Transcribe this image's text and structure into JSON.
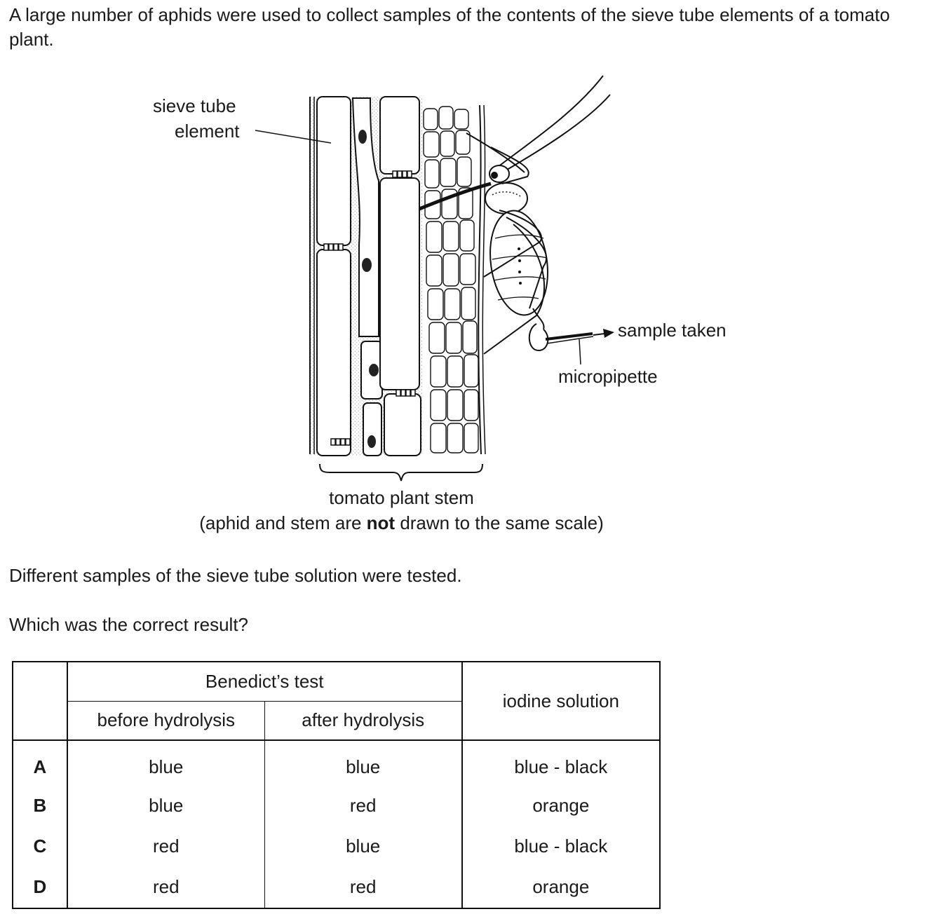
{
  "intro": "A large number of aphids were used to collect samples of the contents of the sieve tube elements of a tomato plant.",
  "figure": {
    "label_sieve_tube_line1": "sieve tube",
    "label_sieve_tube_line2": "element",
    "label_sample_taken": "sample taken",
    "label_micropipette": "micropipette",
    "label_stem": "tomato plant stem",
    "caption_part1": "(aphid and stem are ",
    "caption_bold": "not",
    "caption_part2": " drawn to the same scale)"
  },
  "question_line1": "Different samples of the sieve tube solution were tested.",
  "question_line2": "Which was the correct result?",
  "table": {
    "header_benedicts": "Benedict’s test",
    "header_before": "before hydrolysis",
    "header_after": "after hydrolysis",
    "header_iodine": "iodine solution",
    "rows": [
      {
        "letter": "A",
        "before": "blue",
        "after": "blue",
        "iodine": "blue - black"
      },
      {
        "letter": "B",
        "before": "blue",
        "after": "red",
        "iodine": "orange"
      },
      {
        "letter": "C",
        "before": "red",
        "after": "blue",
        "iodine": "blue - black"
      },
      {
        "letter": "D",
        "before": "red",
        "after": "red",
        "iodine": "orange"
      }
    ]
  }
}
